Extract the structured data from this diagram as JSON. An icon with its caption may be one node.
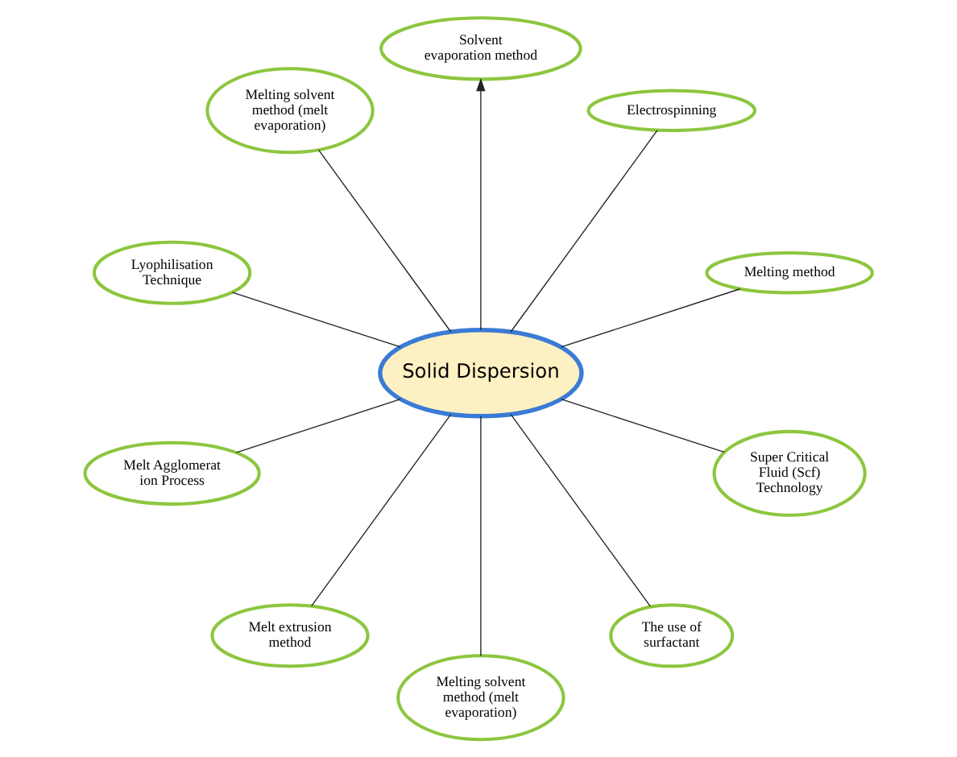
{
  "diagram": {
    "nodes": [
      {
        "text": [
          "Melting method"
        ]
      },
      {
        "text": [
          "Electrospinning"
        ]
      },
      {
        "text": [
          "Solvent evaporation method"
        ]
      },
      {
        "text": [
          "Melting solvent method (melt evaporation)"
        ]
      },
      {
        "text": [
          "Lyophilisation Technique"
        ]
      },
      {
        "text": [
          "Solid Dispersion"
        ]
      },
      {
        "text": [
          "Melt Agglomerat ion Process"
        ]
      },
      {
        "text": [
          "Melt extrusion method"
        ]
      },
      {
        "text": [
          "Melting solvent method (melt evaporation)"
        ]
      },
      {
        "text": [
          "The use of surfactant"
        ]
      },
      {
        "text": [
          "Super Critical Fluid (Scf) Technology"
        ]
      }
    ],
    "edges": [
      {
        "from": 5,
        "to": 0,
        "arrow": "none"
      },
      {
        "from": 5,
        "to": 1,
        "arrow": "none"
      },
      {
        "from": 5,
        "to": 2,
        "arrow": "to"
      },
      {
        "from": 5,
        "to": 3,
        "arrow": "none"
      },
      {
        "from": 5,
        "to": 4,
        "arrow": "none"
      },
      {
        "from": 5,
        "to": 6,
        "arrow": "none"
      },
      {
        "from": 5,
        "to": 7,
        "arrow": "none"
      },
      {
        "from": 5,
        "to": 8,
        "arrow": "none"
      },
      {
        "from": 5,
        "to": 9,
        "arrow": "none"
      },
      {
        "from": 5,
        "to": 10,
        "arrow": "none"
      }
    ]
  }
}
